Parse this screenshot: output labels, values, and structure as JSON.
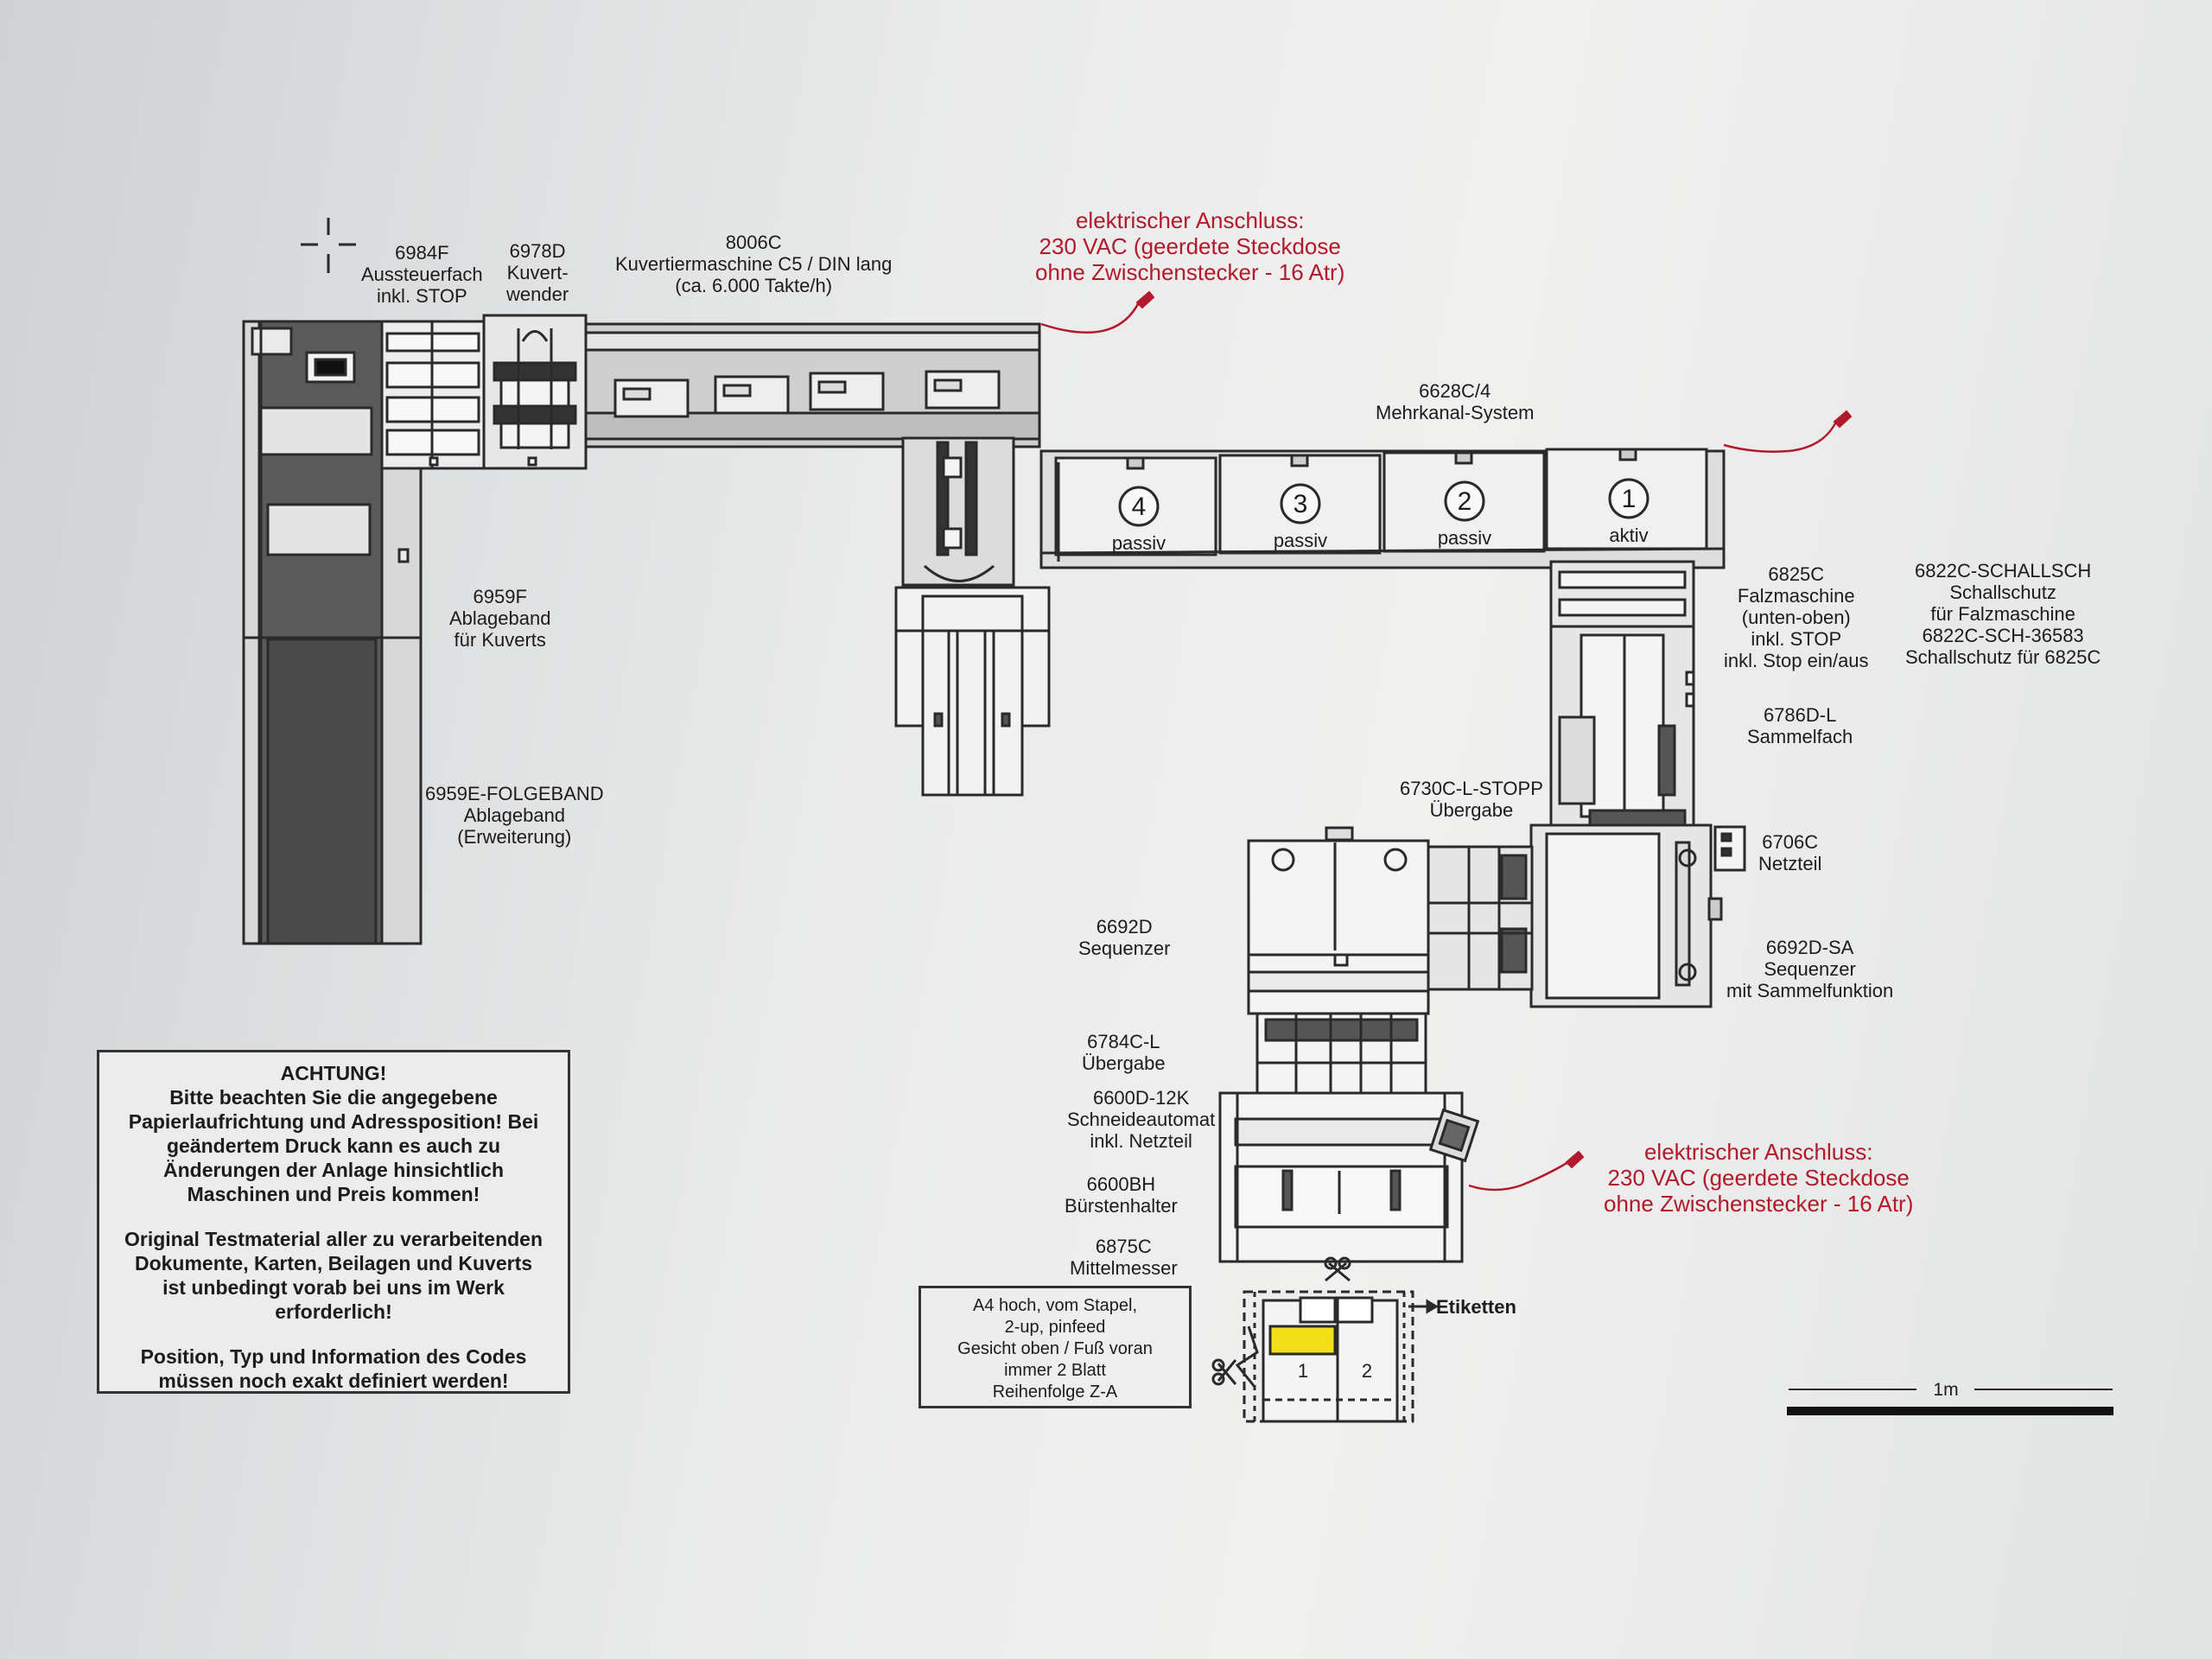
{
  "labels": {
    "m6984f": [
      "6984F",
      "Aussteuerfach",
      "inkl. STOP"
    ],
    "m6978d": [
      "6978D",
      "Kuvert-",
      "wender"
    ],
    "m8006c": [
      "8006C",
      "Kuvertiermaschine C5 / DIN lang",
      "(ca. 6.000 Takte/h)"
    ],
    "m6628c": [
      "6628C/4",
      "Mehrkanal-System"
    ],
    "m6959f": [
      "6959F",
      "Ablageband",
      "für Kuverts"
    ],
    "m6959e": [
      "6959E-FOLGEBAND",
      "Ablageband",
      "(Erweiterung)"
    ],
    "m6825c": [
      "6825C",
      "Falzmaschine",
      "(unten-oben)",
      "inkl. STOP",
      "inkl. Stop ein/aus"
    ],
    "m6822c": [
      "6822C-SCHALLSCH",
      "Schallschutz",
      "für Falzmaschine",
      "6822C-SCH-36583",
      "Schallschutz für 6825C"
    ],
    "m6786d": [
      "6786D-L",
      "Sammelfach"
    ],
    "m6730c": [
      "6730C-L-STOPP",
      "Übergabe"
    ],
    "m6706c": [
      "6706C",
      "Netzteil"
    ],
    "m6692d": [
      "6692D",
      "Sequenzer"
    ],
    "m6692dsa": [
      "6692D-SA",
      "Sequenzer",
      "mit Sammelfunktion"
    ],
    "m6784c": [
      "6784C-L",
      "Übergabe"
    ],
    "m6600d": [
      "6600D-12K",
      "Schneideautomat",
      "inkl. Netzteil"
    ],
    "m6600bh": [
      "6600BH",
      "Bürstenhalter"
    ],
    "m6875c": [
      "6875C",
      "Mittelmesser"
    ]
  },
  "power_top": [
    "elektrischer Anschluss:",
    "230 VAC (geerdete Steckdose",
    "ohne Zwischenstecker - 16 Atr)"
  ],
  "power_bottom": [
    "elektrischer Anschluss:",
    "230 VAC (geerdete Steckdose",
    "ohne Zwischenstecker - 16 Atr)"
  ],
  "channels": [
    {
      "number": "4",
      "state": "passiv"
    },
    {
      "number": "3",
      "state": "passiv"
    },
    {
      "number": "2",
      "state": "passiv"
    },
    {
      "number": "1",
      "state": "aktiv"
    }
  ],
  "warning": {
    "title": "ACHTUNG!",
    "para1": [
      "Bitte beachten Sie die angegebene",
      "Papierlaufrichtung und Adressposition! Bei",
      "geändertem Druck kann es auch zu",
      "Änderungen der Anlage hinsichtlich",
      "Maschinen und Preis kommen!"
    ],
    "para2": [
      "Original Testmaterial aller zu verarbeitenden",
      "Dokumente, Karten, Beilagen und Kuverts",
      "ist unbedingt vorab bei uns im Werk",
      "erforderlich!"
    ],
    "para3": [
      "Position, Typ und Information des Codes",
      "müssen noch exakt definiert werden!"
    ]
  },
  "paper_info": [
    "A4 hoch, vom Stapel,",
    "2-up, pinfeed",
    "Gesicht oben / Fuß voran",
    "immer 2 Blatt",
    "Reihenfolge Z-A"
  ],
  "etiketten": "Etiketten",
  "sheet_numbers": [
    "1",
    "2"
  ],
  "scale_label": "1m",
  "colors": {
    "power": "#b3192a",
    "line": "#2a2a2a",
    "highlight": "#f2df1a"
  }
}
